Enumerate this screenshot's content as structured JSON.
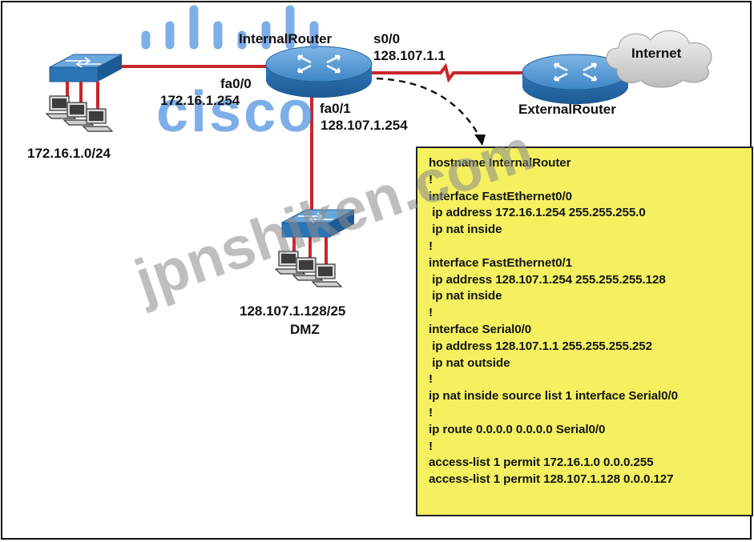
{
  "labels": {
    "internal_router": "InternalRouter",
    "external_router": "ExternalRouter",
    "internet": "Internet",
    "fa00": "fa0/0",
    "fa00_ip": "172.16.1.254",
    "fa01": "fa0/1",
    "fa01_ip": "128.107.1.254",
    "s00": "s0/0",
    "s00_ip": "128.107.1.1",
    "lan_subnet": "172.16.1.0/24",
    "dmz_subnet": "128.107.1.128/25",
    "dmz": "DMZ"
  },
  "config_lines": [
    "hostname InternalRouter",
    "!",
    "interface FastEthernet0/0",
    " ip address 172.16.1.254 255.255.255.0",
    " ip nat inside",
    "!",
    "interface FastEthernet0/1",
    " ip address 128.107.1.254 255.255.255.128",
    " ip nat inside",
    "!",
    "interface Serial0/0",
    " ip address 128.107.1.1 255.255.255.252",
    " ip nat outside",
    "!",
    "ip nat inside source list 1 interface Serial0/0",
    "!",
    "ip route 0.0.0.0 0.0.0.0 Serial0/0",
    "!",
    "access-list 1 permit 172.16.1.0 0.0.0.255",
    "access-list 1 permit 128.107.1.128 0.0.0.127"
  ],
  "watermarks": {
    "brand": "cisco",
    "site": "jpnshiken.com"
  },
  "colors": {
    "link": "#c8262b",
    "device_blue": "#2e78b8",
    "config_bg": "#f4f060"
  }
}
